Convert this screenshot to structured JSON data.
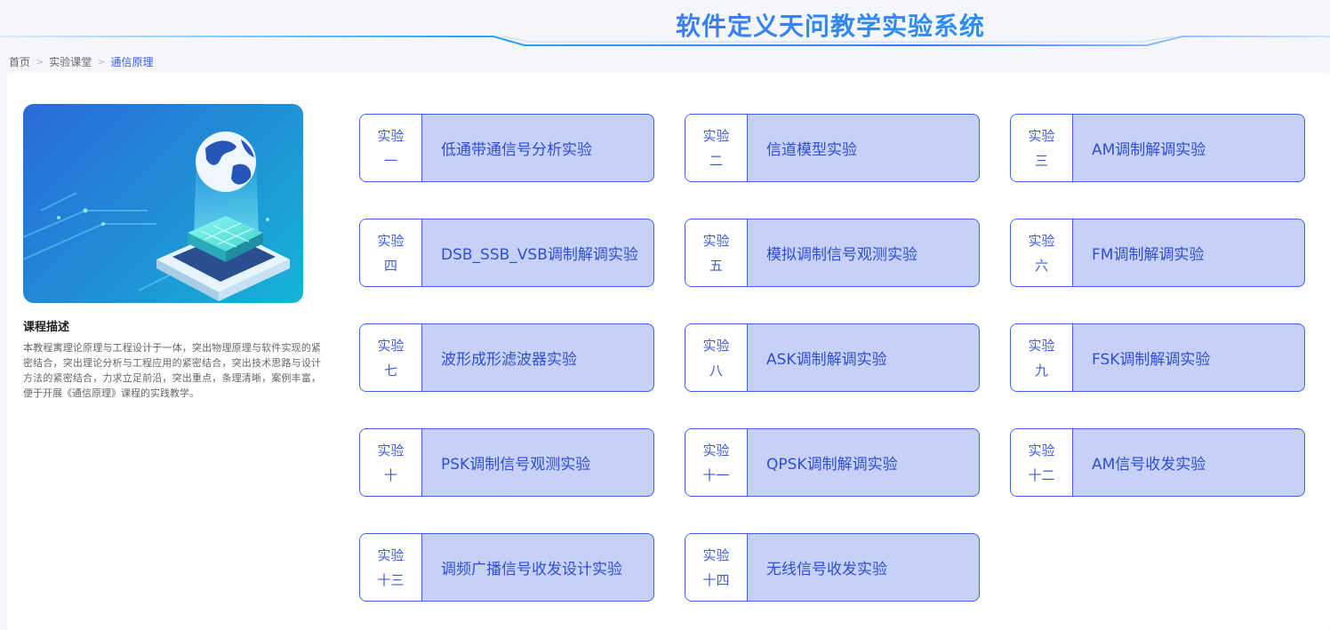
{
  "header": {
    "title": "软件定义天问教学实验系统"
  },
  "breadcrumb": {
    "items": [
      "首页",
      "实验课堂",
      "通信原理"
    ]
  },
  "course": {
    "desc_title": "课程描述",
    "desc_text": "本教程寓理论原理与工程设计于一体，突出物理原理与软件实现的紧密结合，突出理论分析与工程应用的紧密结合，突出技术思路与设计方法的紧密结合，力求立足前沿，突出重点，条理清晰，案例丰富，便于开展《通信原理》课程的实践教学。"
  },
  "experiments": [
    {
      "prefix": "实验",
      "num": "一",
      "name": "低通带通信号分析实验"
    },
    {
      "prefix": "实验",
      "num": "二",
      "name": "信道模型实验"
    },
    {
      "prefix": "实验",
      "num": "三",
      "name": "AM调制解调实验"
    },
    {
      "prefix": "实验",
      "num": "四",
      "name": "DSB_SSB_VSB调制解调实验"
    },
    {
      "prefix": "实验",
      "num": "五",
      "name": "模拟调制信号观测实验"
    },
    {
      "prefix": "实验",
      "num": "六",
      "name": "FM调制解调实验"
    },
    {
      "prefix": "实验",
      "num": "七",
      "name": "波形成形滤波器实验"
    },
    {
      "prefix": "实验",
      "num": "八",
      "name": "ASK调制解调实验"
    },
    {
      "prefix": "实验",
      "num": "九",
      "name": "FSK调制解调实验"
    },
    {
      "prefix": "实验",
      "num": "十",
      "name": "PSK调制信号观测实验"
    },
    {
      "prefix": "实验",
      "num": "十一",
      "name": "QPSK调制解调实验"
    },
    {
      "prefix": "实验",
      "num": "十二",
      "name": "AM信号收发实验"
    },
    {
      "prefix": "实验",
      "num": "十三",
      "name": "调频广播信号收发设计实验"
    },
    {
      "prefix": "实验",
      "num": "十四",
      "name": "无线信号收发实验"
    }
  ],
  "colors": {
    "accent": "#3d64e8",
    "card_fill": "#c7d1f7",
    "title_blue": "#2f6fe8"
  }
}
